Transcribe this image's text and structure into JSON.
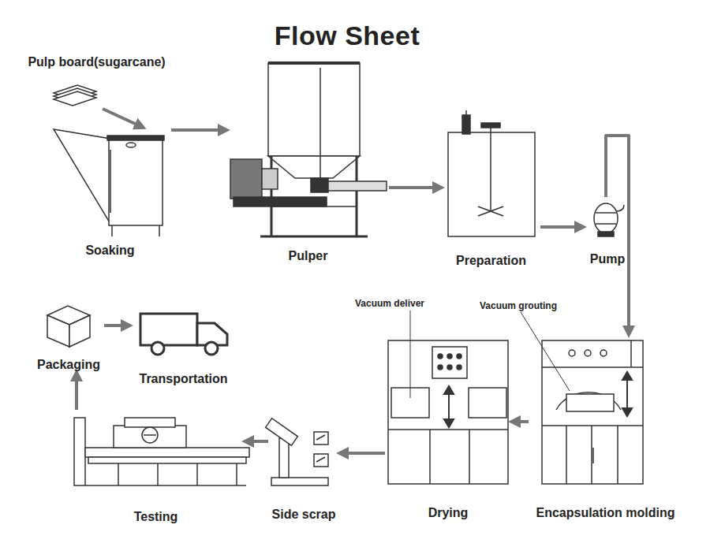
{
  "diagram": {
    "title": "Flow Sheet",
    "nodes": [
      {
        "text": [
          "Pulp board(sugarcane)"
        ]
      },
      {
        "text": [
          "Soaking"
        ]
      },
      {
        "text": [
          "Pulper"
        ]
      },
      {
        "text": [
          "Preparation"
        ]
      },
      {
        "text": [
          "Pump"
        ]
      },
      {
        "text": [
          "Encapsulation molding"
        ]
      },
      {
        "text": [
          "Drying"
        ]
      },
      {
        "text": [
          "Side scrap"
        ]
      },
      {
        "text": [
          "Testing"
        ]
      },
      {
        "text": [
          "Packaging"
        ]
      },
      {
        "text": [
          "Transportation"
        ]
      }
    ],
    "edges": [
      {
        "from": 0,
        "to": 1,
        "arrow": "to"
      },
      {
        "from": 1,
        "to": 2,
        "arrow": "to"
      },
      {
        "from": 2,
        "to": 3,
        "arrow": "to"
      },
      {
        "from": 3,
        "to": 4,
        "arrow": "to"
      },
      {
        "from": 4,
        "to": 5,
        "arrow": "to"
      },
      {
        "from": 5,
        "to": 6,
        "arrow": "to"
      },
      {
        "from": 6,
        "to": 7,
        "arrow": "to"
      },
      {
        "from": 7,
        "to": 8,
        "arrow": "to"
      },
      {
        "from": 8,
        "to": 9,
        "arrow": "to"
      },
      {
        "from": 9,
        "to": 10,
        "arrow": "to"
      }
    ],
    "labels": [
      "Vacuum deliver",
      "Vacuum grouting"
    ]
  }
}
